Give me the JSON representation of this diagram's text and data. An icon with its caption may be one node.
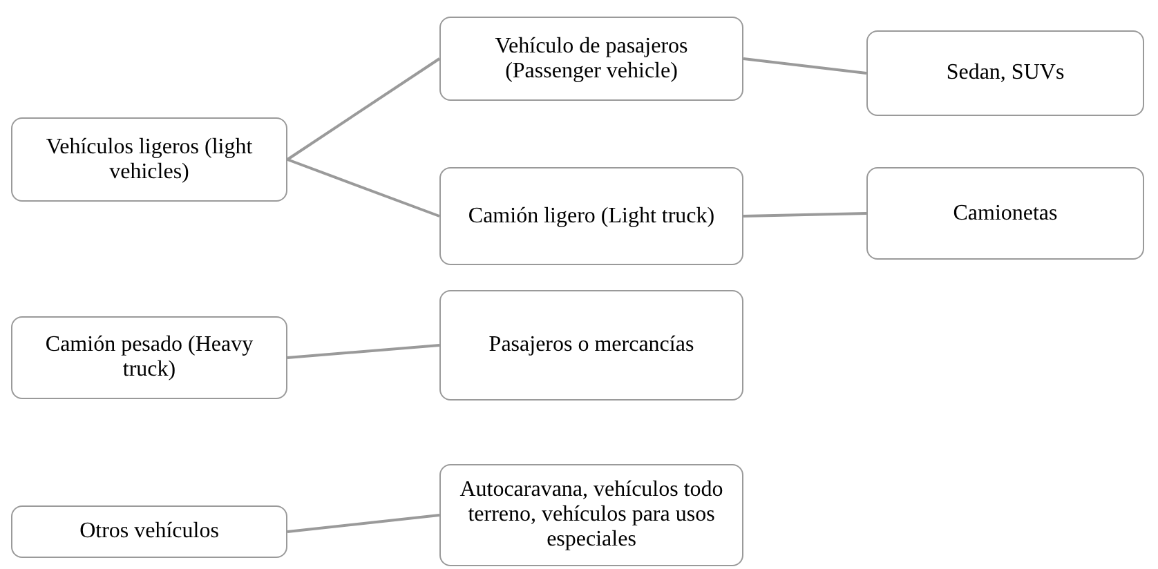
{
  "diagram": {
    "nodes": [
      {
        "text": [
          "Vehículos ligeros (light vehicles)"
        ]
      },
      {
        "text": [
          "Vehículo de pasajeros (Passenger vehicle)"
        ]
      },
      {
        "text": [
          "Camión ligero (Light truck)"
        ]
      },
      {
        "text": [
          "Sedan, SUVs"
        ]
      },
      {
        "text": [
          "Camionetas"
        ]
      },
      {
        "text": [
          "Camión pesado (Heavy truck)"
        ]
      },
      {
        "text": [
          "Pasajeros o mercancías"
        ]
      },
      {
        "text": [
          "Otros vehículos"
        ]
      },
      {
        "text": [
          "Autocaravana, vehículos todo terreno, vehículos para usos especiales"
        ]
      }
    ],
    "edges": [
      {
        "from": 0,
        "to": 1,
        "arrow": "none"
      },
      {
        "from": 0,
        "to": 2,
        "arrow": "none"
      },
      {
        "from": 1,
        "to": 3,
        "arrow": "none"
      },
      {
        "from": 2,
        "to": 4,
        "arrow": "none"
      },
      {
        "from": 5,
        "to": 6,
        "arrow": "none"
      },
      {
        "from": 7,
        "to": 8,
        "arrow": "none"
      }
    ]
  }
}
